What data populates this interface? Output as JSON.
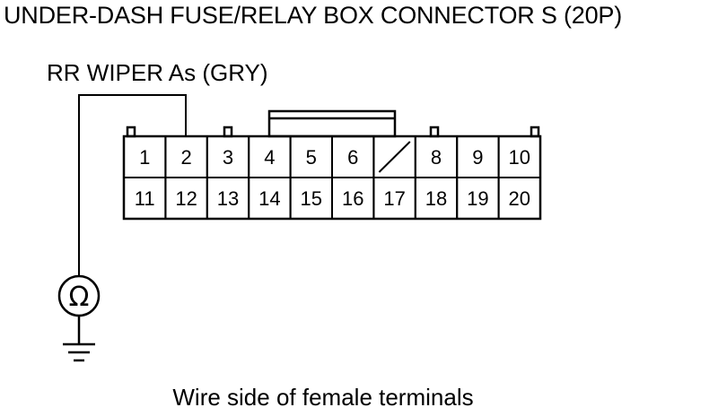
{
  "title": "UNDER-DASH FUSE/RELAY BOX CONNECTOR S (20P)",
  "wire_label": "RR WIPER As (GRY)",
  "caption": "Wire side of female terminals",
  "meter_symbol": "Ω",
  "connector": {
    "row1": [
      "1",
      "2",
      "3",
      "4",
      "5",
      "6",
      "",
      "8",
      "9",
      "10"
    ],
    "row2": [
      "11",
      "12",
      "13",
      "14",
      "15",
      "16",
      "17",
      "18",
      "19",
      "20"
    ],
    "empty_cavity": "7",
    "probed_terminal": "2"
  },
  "icons": [
    "ohmmeter-icon",
    "ground-icon"
  ]
}
